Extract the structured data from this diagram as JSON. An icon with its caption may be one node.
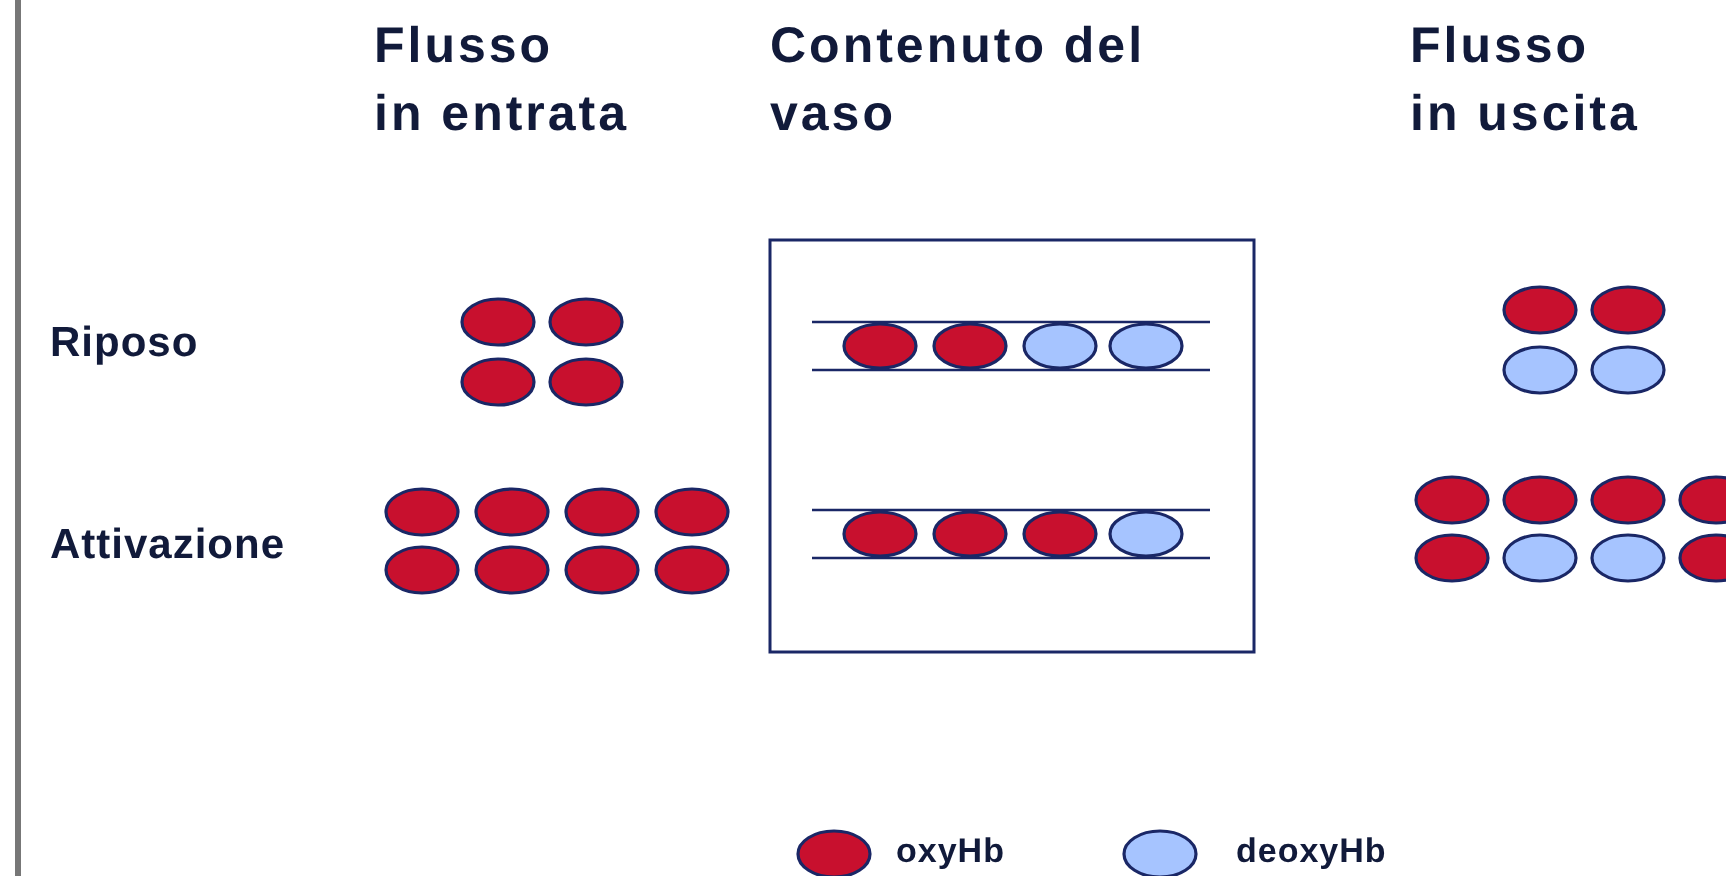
{
  "diagram": {
    "labels": [
      "Flusso in entrata",
      "Contenuto del vaso",
      "Flusso in uscita",
      "Riposo",
      "Attivazione"
    ],
    "legend": [
      {
        "text": "oxyHb",
        "color": "#c8102e"
      },
      {
        "text": "deoxyHb",
        "color": "#a6c4ff"
      }
    ]
  }
}
